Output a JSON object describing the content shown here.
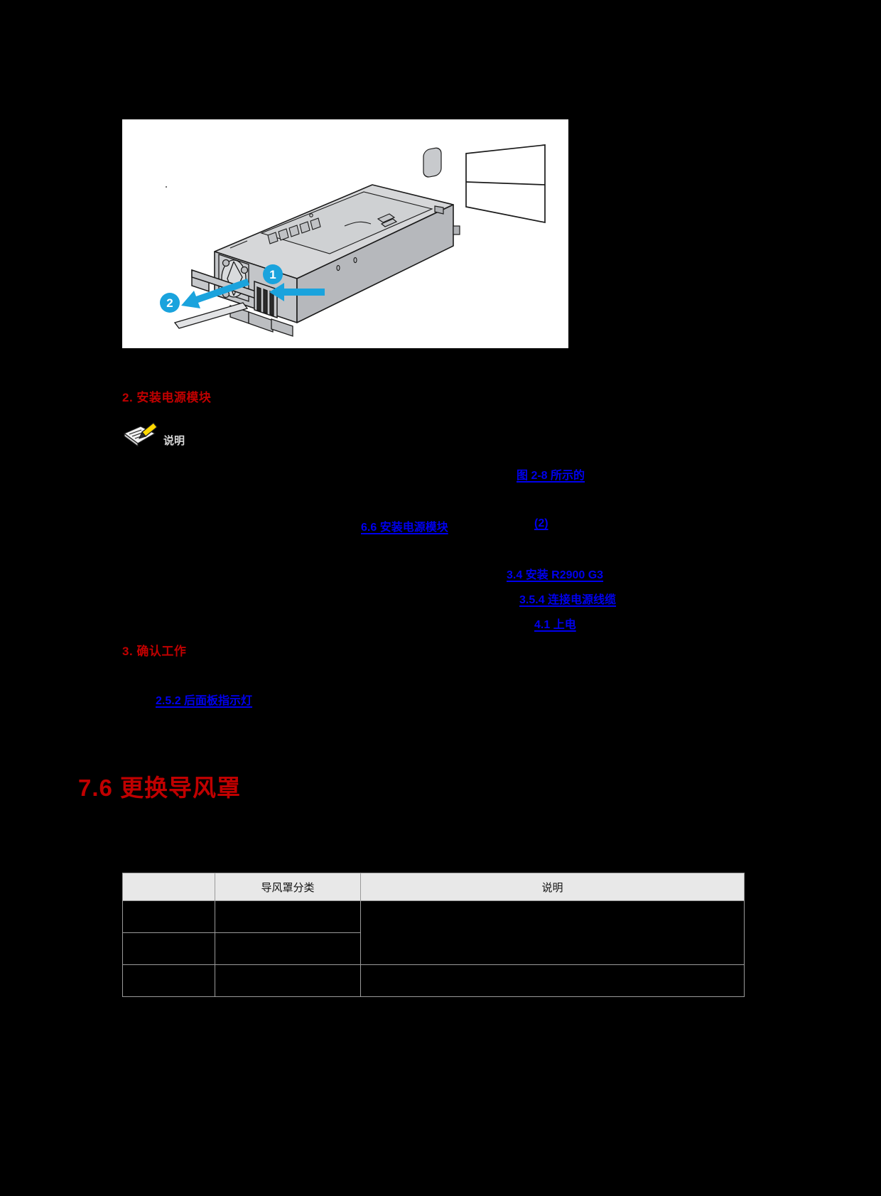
{
  "page": {
    "background_color": "#000000",
    "heading_color": "#c00000",
    "link_color": "#0000ee"
  },
  "figure": {
    "name": "power-supply-module-removal-figure",
    "background_color": "#ffffff",
    "callouts": [
      {
        "number": "1",
        "meaning": "press-latch"
      },
      {
        "number": "2",
        "meaning": "pull-handle-out"
      }
    ],
    "accent_color": "#0099d8"
  },
  "steps": [
    {
      "id": "step2",
      "label": "2. 安装电源模块"
    },
    {
      "id": "step3",
      "label": "3. 确认工作"
    }
  ],
  "note": {
    "icon": "note-pencil-icon",
    "label": "说明"
  },
  "links": [
    {
      "id": "link-fig28",
      "label": "图 2-8 所示的"
    },
    {
      "id": "link-66",
      "label": "6.6  安装电源模块"
    },
    {
      "id": "link-2",
      "label": "(2)"
    },
    {
      "id": "link-34",
      "label": "3.4  安装 R2900 G3"
    },
    {
      "id": "link-354",
      "label": "3.5.4  连接电源线缆"
    },
    {
      "id": "link-41",
      "label": "4.1  上电"
    },
    {
      "id": "link-252",
      "label": "2.5.2  后面板指示灯"
    }
  ],
  "chapter": {
    "label": "7.6  更换导风罩"
  },
  "table": {
    "headers": [
      "",
      "导风罩分类",
      "说明"
    ],
    "rows": [
      {
        "cells": [
          "",
          "",
          ""
        ]
      },
      {
        "cells": [
          "",
          "",
          ""
        ]
      },
      {
        "cells": [
          "",
          "",
          ""
        ]
      }
    ]
  }
}
